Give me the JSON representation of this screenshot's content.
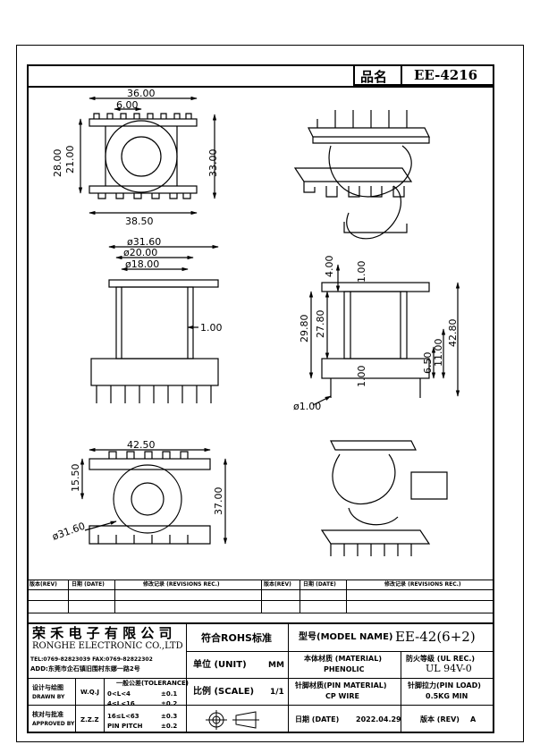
{
  "header": {
    "name_label": "品名",
    "part_no": "EE-4216"
  },
  "top_view": {
    "dim_width_top": "36.00",
    "dim_slot": "6.00",
    "dim_height_left": "28.00",
    "dim_inner_left": "21.00",
    "dim_height_right": "33.00",
    "dim_width_bottom": "38.50"
  },
  "side_view": {
    "dim_flange": "ø31.60",
    "dim_outer": "ø20.00",
    "dim_inner": "ø18.00",
    "dim_wall": "1.00"
  },
  "section_view": {
    "dim_top_flange": "4.00",
    "dim_top_wall": "1.00",
    "dim_total_left": "29.80",
    "dim_inner_left": "27.80",
    "dim_bottom_wall": "1.00",
    "dim_pin_a": "6.50",
    "dim_pin_b": "11.00",
    "dim_total_right": "42.80",
    "dim_pin_dia": "ø1.00"
  },
  "bottom_view": {
    "dim_width": "42.50",
    "dim_left": "15.50",
    "dim_right": "37.00",
    "dim_flange": "ø31.60"
  },
  "revisions": {
    "rev_label": "版本(REV)",
    "date_label": "日期 (DATE)",
    "record_label": "修改记录 (REVISIONS REC.)"
  },
  "company": {
    "name_cn": "荣 禾 电 子 有 限 公 司",
    "name_en": "RONGHE ELECTRONIC CO.,LTD",
    "contact": "TEL:0769-82823039   FAX:0769-82822302",
    "address": "ADD:东莞市企石镇旧围村东娜一路2号"
  },
  "rohs": "符合ROHS标准",
  "model": {
    "label": "型号(MODEL NAME)",
    "value": "EE-42(6+2)"
  },
  "unit": {
    "label": "单位 (UNIT)",
    "value": "MM"
  },
  "material": {
    "label": "本体材质 (MATERIAL)",
    "value": "PHENOLIC"
  },
  "flame": {
    "label": "防火等级 (UL REC.)",
    "value": "UL 94V-0"
  },
  "scale": {
    "label": "比例 (SCALE)",
    "value": "1/1"
  },
  "pin_material": {
    "label": "针脚材质(PIN MATERIAL)",
    "value": "CP WIRE"
  },
  "pin_load": {
    "label": "针脚拉力(PIN LOAD)",
    "value": "0.5KG MIN"
  },
  "design": {
    "label": "设计与绘图",
    "label_en": "DRAWN BY",
    "value": "W.Q.J"
  },
  "approve": {
    "label": "核对与批准",
    "label_en": "APPROVED BY",
    "value": "Z.Z.Z"
  },
  "tolerance": {
    "title": "一般公差(TOLERANCE)",
    "rows": [
      {
        "range": "0<L<4",
        "value": "±0.1"
      },
      {
        "range": "4≤L<16",
        "value": "±0.2"
      },
      {
        "range": "16≤L<63",
        "value": "±0.3"
      },
      {
        "range": "PIN PITCH",
        "value": "±0.2"
      }
    ]
  },
  "date": {
    "label": "日期 (DATE)",
    "value": "2022.04.29"
  },
  "version": {
    "label": "版本 (REV)",
    "value": "A"
  }
}
